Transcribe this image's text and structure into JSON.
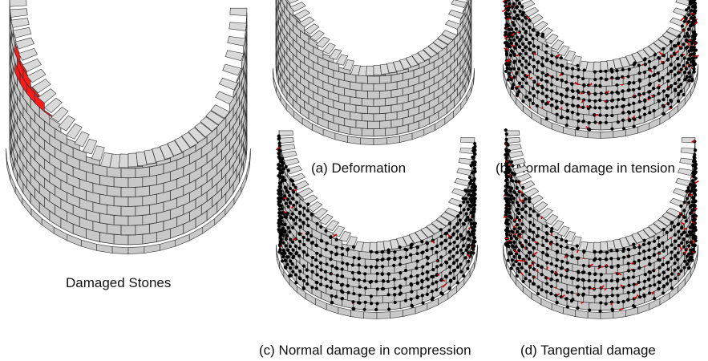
{
  "figure": {
    "panels": [
      {
        "id": "main",
        "caption": "Damaged Stones",
        "overlay": "damaged-stones"
      },
      {
        "id": "a",
        "caption": "(a) Deformation",
        "overlay": "none"
      },
      {
        "id": "b",
        "caption": "(b) Normal damage in tension",
        "overlay": "tension"
      },
      {
        "id": "c",
        "caption": "(c) Normal damage in compression",
        "overlay": "compression"
      },
      {
        "id": "d",
        "caption": "(d) Tangential damage",
        "overlay": "tangential"
      }
    ],
    "colors": {
      "stone_fill": "#c8c8c8",
      "stone_edge": "#333333",
      "damaged_fill": "#ff1a1a",
      "contact_point": "#000000",
      "damage_mark": "#d40000",
      "background": "#ffffff"
    }
  }
}
